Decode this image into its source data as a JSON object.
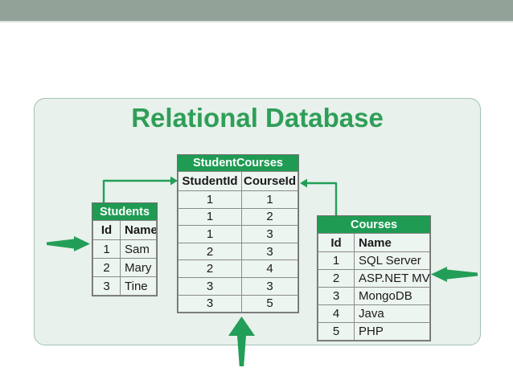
{
  "slide": {
    "title": "Relational Database"
  },
  "colors": {
    "top_bar": "#91a399",
    "panel_background": "#e8f1eb",
    "panel_border": "#a3c2b1",
    "table_header_green": "#1f9b53",
    "arrow_green": "#239e58",
    "title_green": "#2f9e58"
  },
  "icons": {
    "left_pointer": "arrow-right-icon",
    "right_pointer": "arrow-left-icon",
    "bottom_pointer": "arrow-up-icon"
  },
  "tables": {
    "students": {
      "title": "Students",
      "columns": [
        "Id",
        "Name"
      ],
      "rows": [
        [
          "1",
          "Sam"
        ],
        [
          "2",
          "Mary"
        ],
        [
          "3",
          "Tine"
        ]
      ]
    },
    "student_courses": {
      "title": "StudentCourses",
      "columns": [
        "StudentId",
        "CourseId"
      ],
      "rows": [
        [
          "1",
          "1"
        ],
        [
          "1",
          "2"
        ],
        [
          "1",
          "3"
        ],
        [
          "2",
          "3"
        ],
        [
          "2",
          "4"
        ],
        [
          "3",
          "3"
        ],
        [
          "3",
          "5"
        ]
      ]
    },
    "courses": {
      "title": "Courses",
      "columns": [
        "Id",
        "Name"
      ],
      "rows": [
        [
          "1",
          "SQL Server"
        ],
        [
          "2",
          "ASP.NET MVC"
        ],
        [
          "3",
          "MongoDB"
        ],
        [
          "4",
          "Java"
        ],
        [
          "5",
          "PHP"
        ]
      ]
    }
  }
}
